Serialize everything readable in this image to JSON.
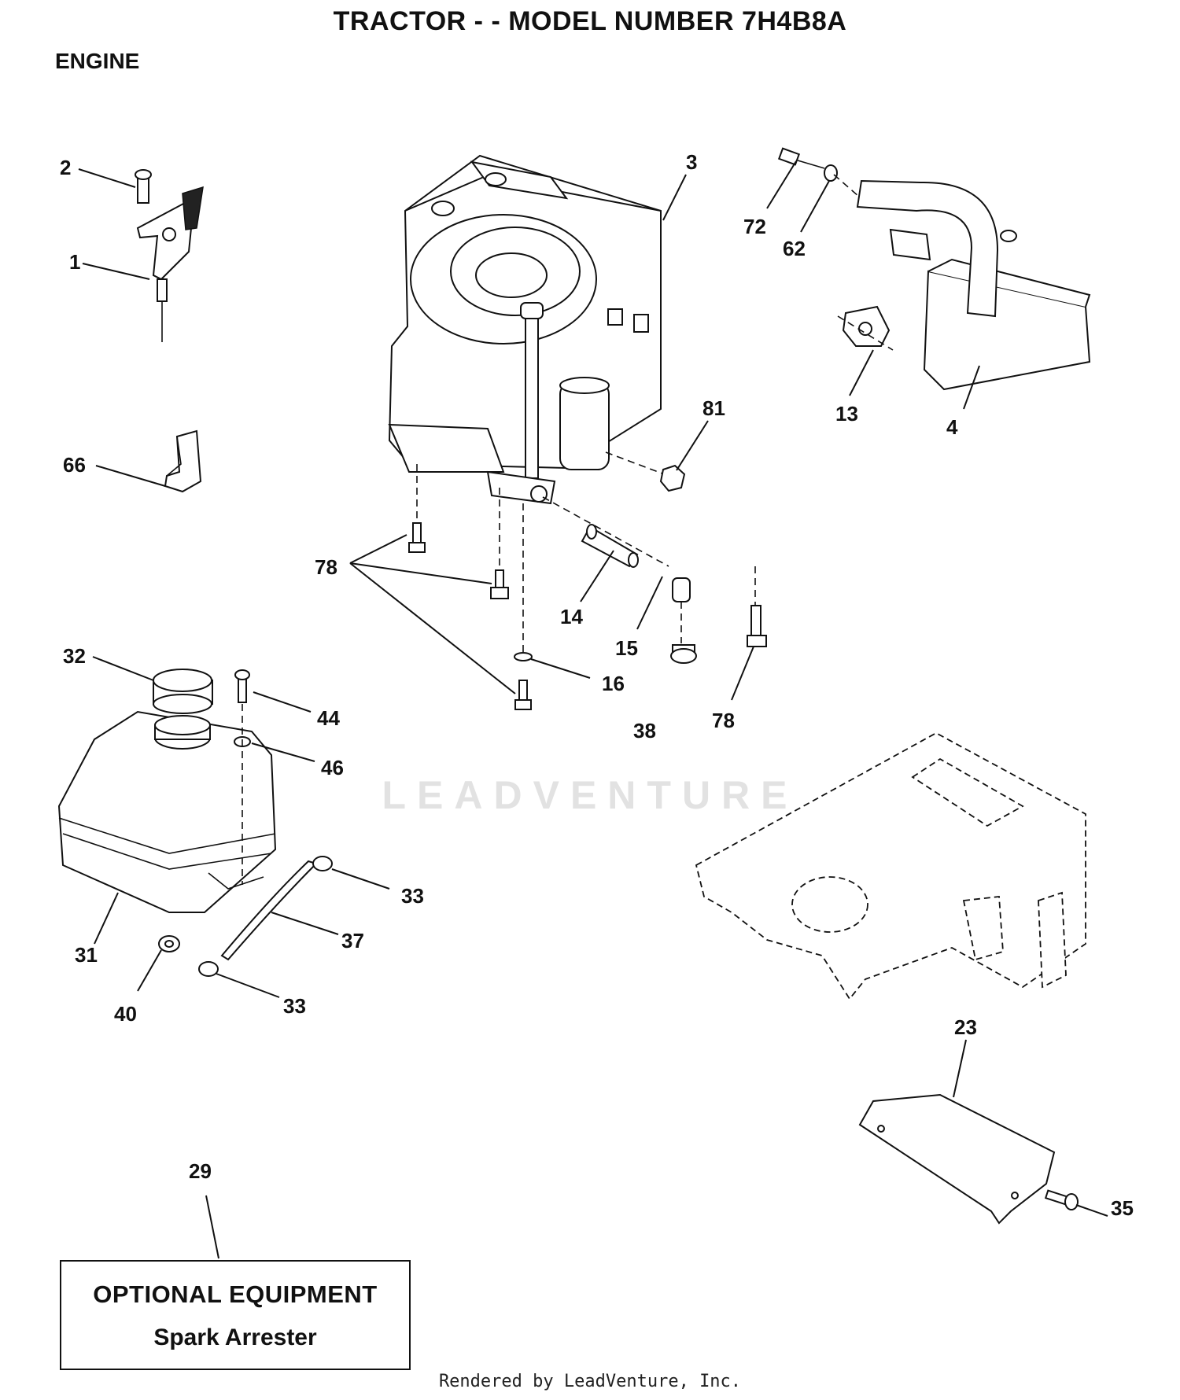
{
  "header": {
    "title": "TRACTOR - - MODEL NUMBER 7H4B8A",
    "section": "ENGINE"
  },
  "callouts": [
    "1",
    "2",
    "3",
    "4",
    "13",
    "14",
    "15",
    "16",
    "23",
    "29",
    "31",
    "32",
    "33",
    "33",
    "35",
    "37",
    "38",
    "40",
    "44",
    "46",
    "62",
    "66",
    "72",
    "78",
    "78",
    "81"
  ],
  "optional_box": {
    "title": "OPTIONAL EQUIPMENT",
    "subtitle": "Spark Arrester"
  },
  "watermark": "LEADVENTURE",
  "footer": "Rendered by LeadVenture, Inc."
}
